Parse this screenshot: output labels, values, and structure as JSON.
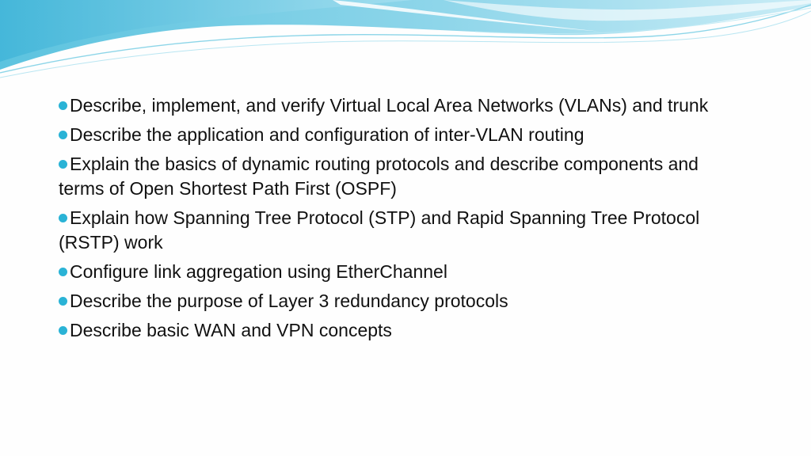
{
  "slide": {
    "accent_color": "#2ab3d6",
    "bullet_icon": "round-bullet",
    "bullets": [
      "Describe, implement, and verify Virtual Local Area Networks (VLANs) and trunk",
      "Describe the application and configuration of inter-VLAN routing",
      "Explain the basics of dynamic routing protocols and describe components and terms of Open Shortest Path First (OSPF)",
      "Explain how Spanning Tree Protocol (STP) and Rapid Spanning Tree Protocol (RSTP) work",
      "Configure link aggregation using EtherChannel",
      "Describe the purpose of Layer 3 redundancy protocols",
      "Describe basic WAN and VPN concepts"
    ]
  }
}
